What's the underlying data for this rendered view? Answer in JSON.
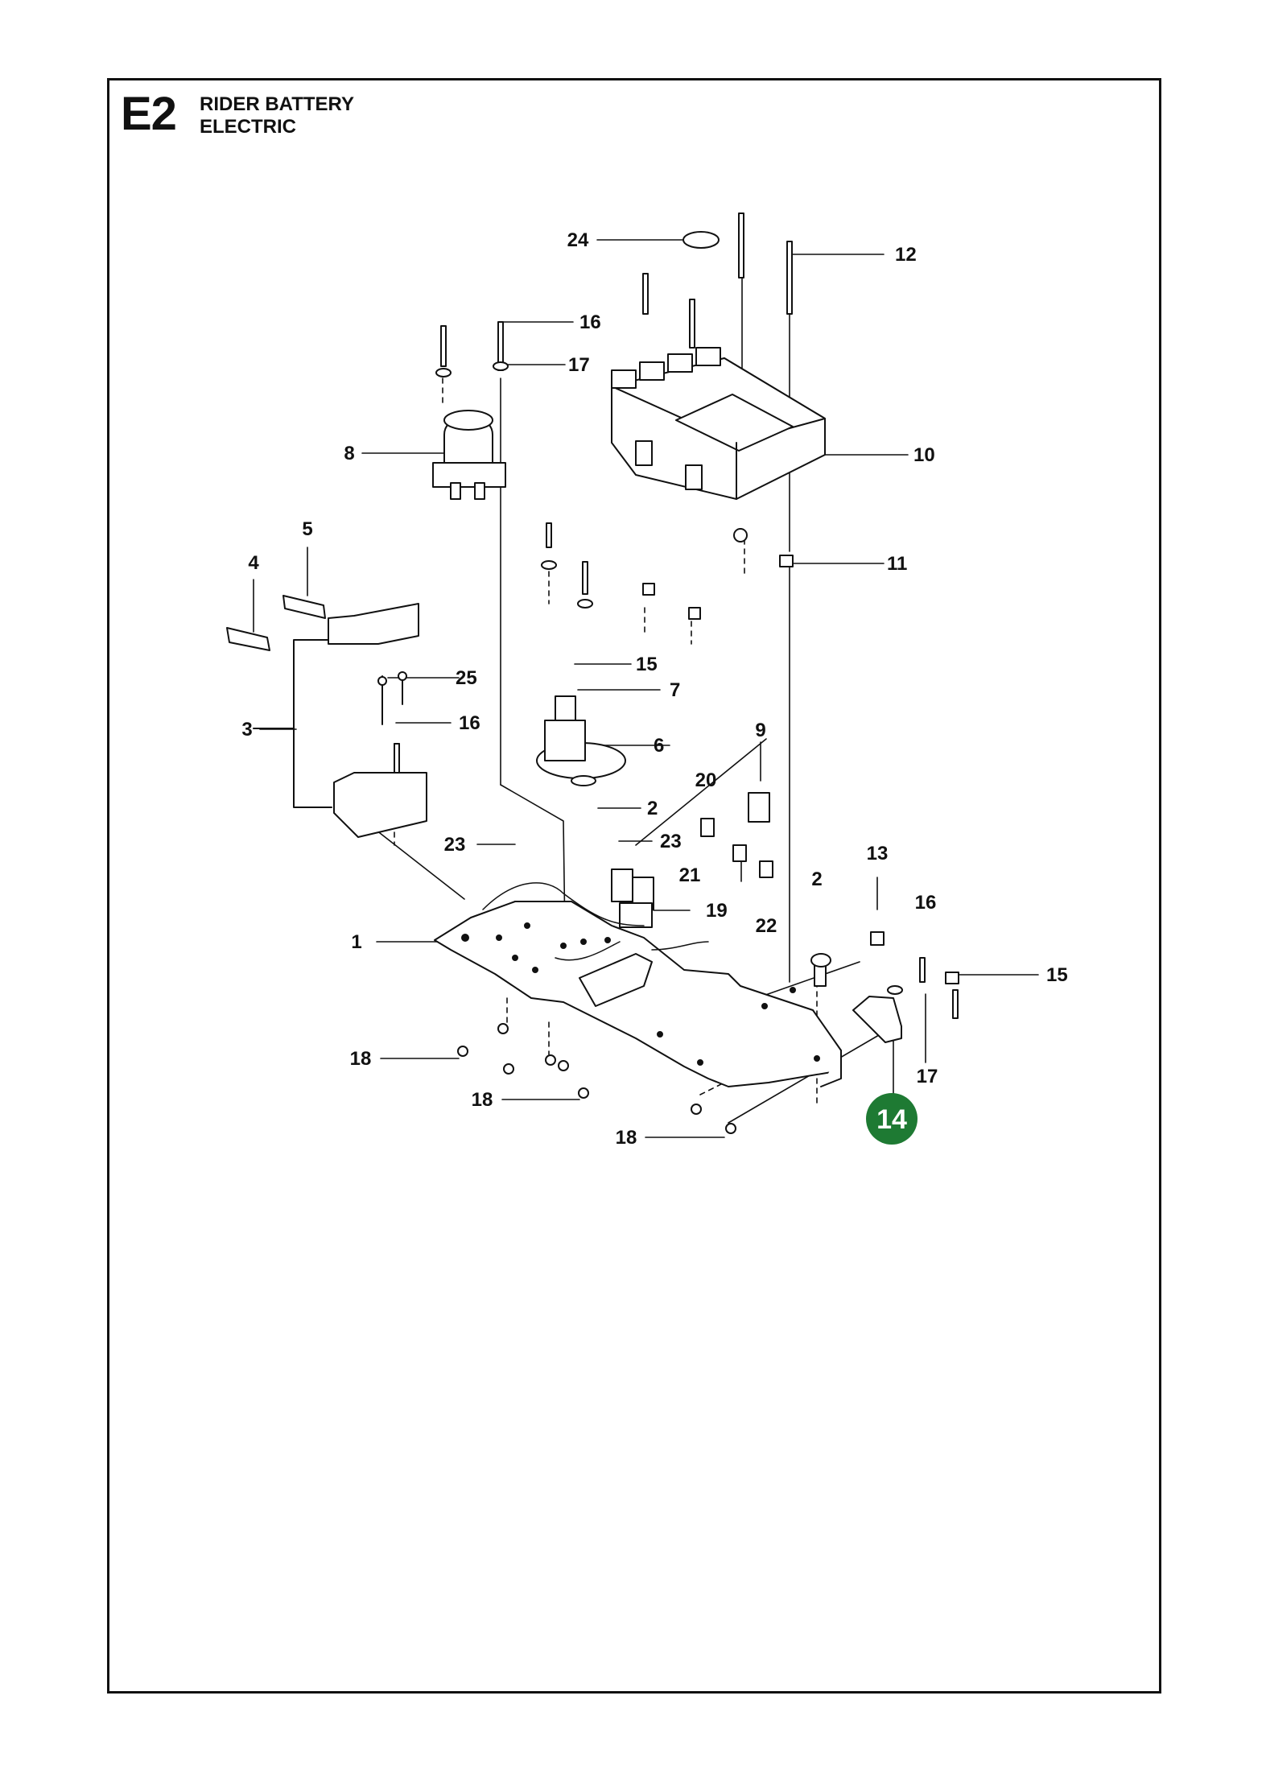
{
  "header": {
    "code": "E2",
    "title_line1": "RIDER BATTERY",
    "title_line2": "ELECTRIC"
  },
  "highlight_color": "#1e7a33",
  "labels": {
    "l24": "24",
    "l12": "12",
    "l16a": "16",
    "l17a": "17",
    "l8": "8",
    "l10": "10",
    "l5": "5",
    "l4": "4",
    "l11": "11",
    "l15a": "15",
    "l7": "7",
    "l25": "25",
    "l3": "3",
    "l16b": "16",
    "l6": "6",
    "l9": "9",
    "l20": "20",
    "l2a": "2",
    "l23a": "23",
    "l23b": "23",
    "l21": "21",
    "l22": "22",
    "l19": "19",
    "l13": "13",
    "l2b": "2",
    "l16c": "16",
    "l15b": "15",
    "l1": "1",
    "l18a": "18",
    "l18b": "18",
    "l18c": "18",
    "l17b": "17",
    "l14": "14"
  }
}
